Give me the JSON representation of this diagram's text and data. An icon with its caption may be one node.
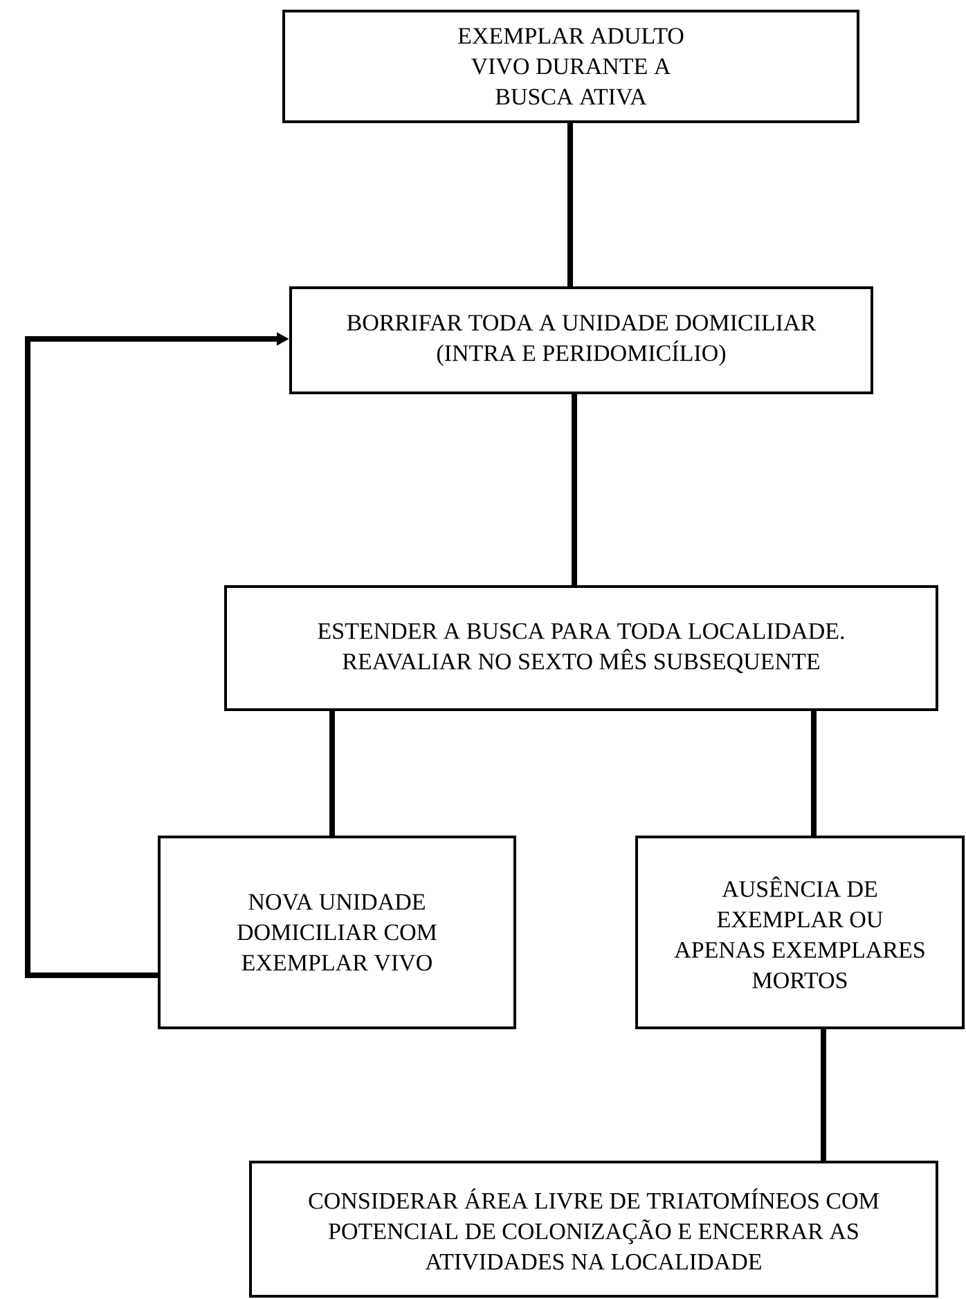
{
  "diagram": {
    "nodes": [
      {
        "text": [
          "EXEMPLAR ADULTO VIVO DURANTE A BUSCA ATIVA"
        ]
      },
      {
        "text": [
          "BORRIFAR TODA A UNIDADE DOMICILIAR (INTRA E PERIDOMICÍLIO)"
        ]
      },
      {
        "text": [
          "ESTENDER A BUSCA PARA TODA LOCALIDADE. REAVALIAR NO SEXTO MÊS SUBSEQUENTE"
        ]
      },
      {
        "text": [
          "NOVA UNIDADE DOMICILIAR COM EXEMPLAR VIVO"
        ]
      },
      {
        "text": [
          "AUSÊNCIA DE EXEMPLAR OU APENAS EXEMPLARES MORTOS"
        ]
      },
      {
        "text": [
          "CONSIDERAR ÁREA LIVRE DE TRIATOMÍNEOS COM POTENCIAL DE COLONIZAÇÃO E ENCERRAR AS ATIVIDADES NA LOCALIDADE"
        ]
      }
    ],
    "edges": [
      {
        "from": 0,
        "to": 1,
        "arrow": "none"
      },
      {
        "from": 1,
        "to": 2,
        "arrow": "none"
      },
      {
        "from": 2,
        "to": 3,
        "arrow": "none"
      },
      {
        "from": 2,
        "to": 4,
        "arrow": "none"
      },
      {
        "from": 3,
        "to": 1,
        "arrow": "to"
      },
      {
        "from": 4,
        "to": 5,
        "arrow": "none"
      }
    ]
  }
}
